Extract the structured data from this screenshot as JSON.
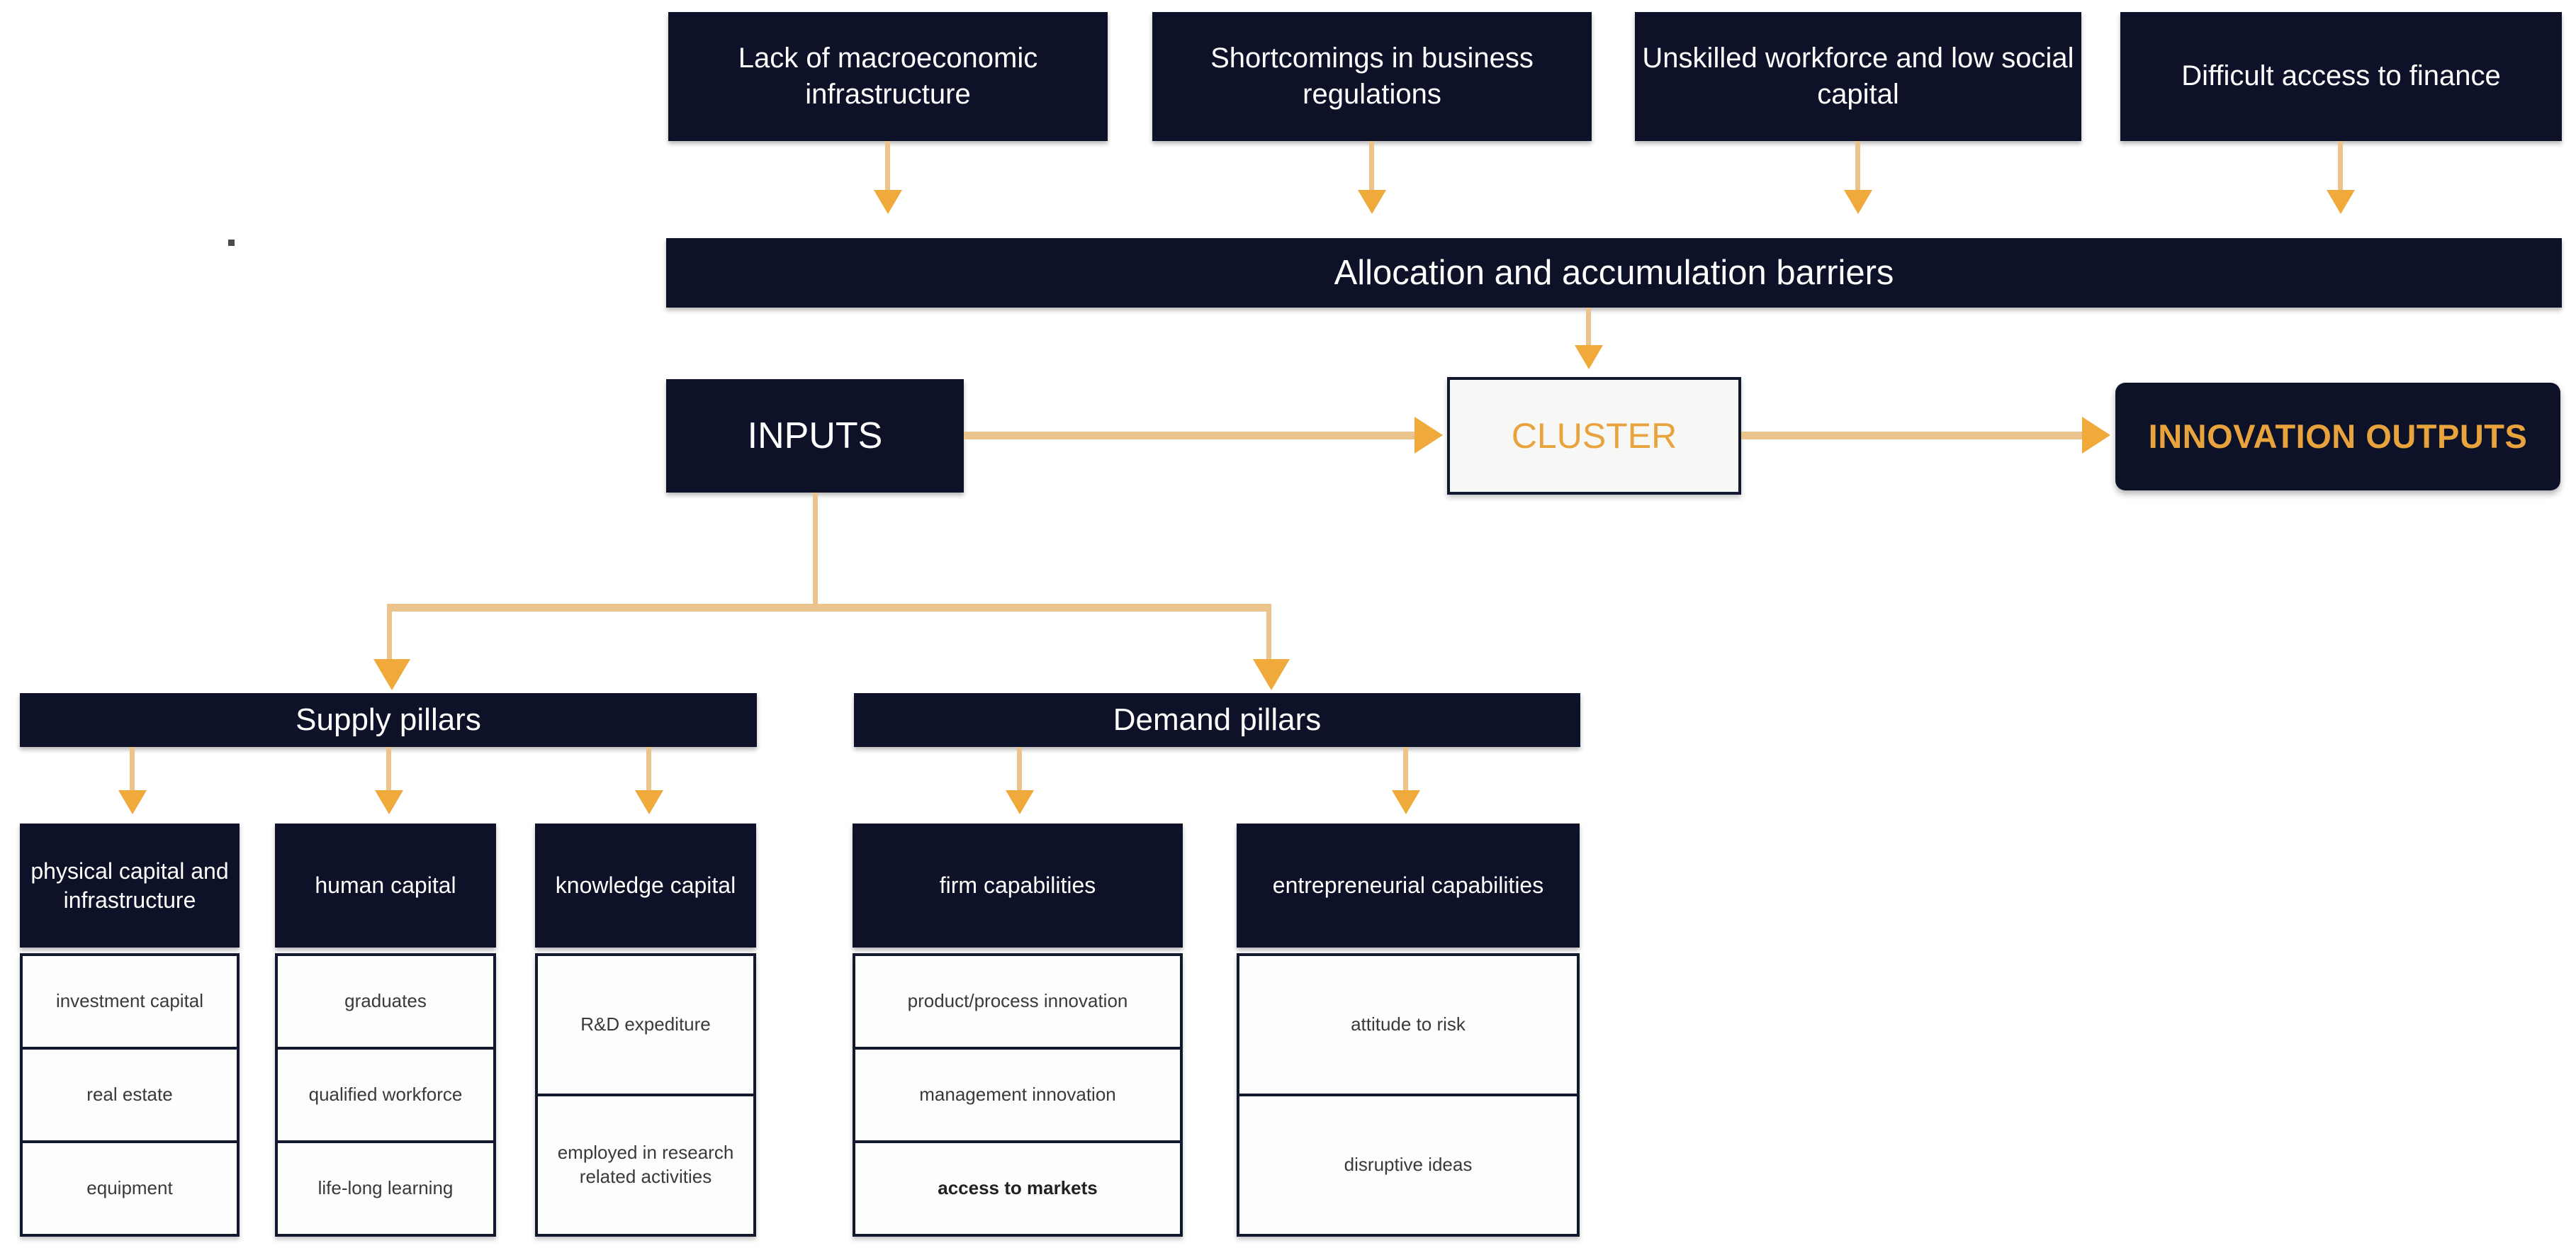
{
  "diagram": {
    "title": "Cluster innovation inputs and outputs framework",
    "colors": {
      "dark": "#0D1228",
      "accent": "#E8A33D",
      "connector": "#EAC48C",
      "arrowhead": "#F0A93B",
      "panel": "#FDFDFD",
      "background": "#FFFFFF"
    }
  },
  "barrier_sources": [
    {
      "label": "Lack of macroeconomic infrastructure"
    },
    {
      "label": "Shortcomings in business regulations"
    },
    {
      "label": "Unskilled workforce and low social capital"
    },
    {
      "label": "Difficult access to finance"
    }
  ],
  "barrier_bar": {
    "label": "Allocation and accumulation barriers"
  },
  "flow": {
    "inputs": {
      "label": "INPUTS"
    },
    "cluster": {
      "label": "CLUSTER"
    },
    "outputs": {
      "label": "INNOVATION OUTPUTS"
    }
  },
  "pillars": [
    {
      "header": "Supply pillars",
      "columns": [
        {
          "title": "physical capital and infrastructure",
          "items": [
            {
              "label": "investment capital",
              "bold": false
            },
            {
              "label": "real estate",
              "bold": false
            },
            {
              "label": "equipment",
              "bold": false
            }
          ]
        },
        {
          "title": "human capital",
          "items": [
            {
              "label": "graduates",
              "bold": false
            },
            {
              "label": "qualified workforce",
              "bold": false
            },
            {
              "label": "life-long learning",
              "bold": false
            }
          ]
        },
        {
          "title": "knowledge capital",
          "items": [
            {
              "label": "R&D expediture",
              "bold": false
            },
            {
              "label": "employed in research related activities",
              "bold": false
            }
          ]
        }
      ]
    },
    {
      "header": "Demand pillars",
      "columns": [
        {
          "title": "firm capabilities",
          "items": [
            {
              "label": "product/process innovation",
              "bold": false
            },
            {
              "label": "management innovation",
              "bold": false
            },
            {
              "label": "access to markets",
              "bold": true
            }
          ]
        },
        {
          "title": "entrepreneurial capabilities",
          "items": [
            {
              "label": "attitude to risk",
              "bold": false
            },
            {
              "label": "disruptive ideas",
              "bold": false
            }
          ]
        }
      ]
    }
  ]
}
